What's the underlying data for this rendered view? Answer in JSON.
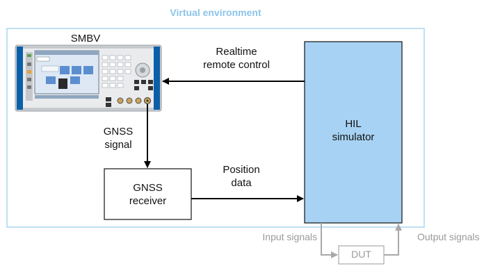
{
  "environment": {
    "title": "Virtual environment"
  },
  "instrument": {
    "label": "SMBV"
  },
  "blocks": {
    "hil": {
      "line1": "HIL",
      "line2": "simulator"
    },
    "receiver": {
      "line1": "GNSS",
      "line2": "receiver"
    },
    "dut": {
      "label": "DUT"
    }
  },
  "connections": {
    "remote_control": {
      "line1": "Realtime",
      "line2": "remote control"
    },
    "gnss_signal": {
      "line1": "GNSS",
      "line2": "signal"
    },
    "position_data": {
      "line1": "Position",
      "line2": "data"
    },
    "input_signals": "Input signals",
    "output_signals": "Output signals"
  },
  "colors": {
    "environment_border": "#a9d6f2",
    "environment_title": "#8cc4ea",
    "hil_fill": "#a7d2f3",
    "gray_signal": "#a8a8a8",
    "instrument_frame": "#c9cdd1"
  }
}
